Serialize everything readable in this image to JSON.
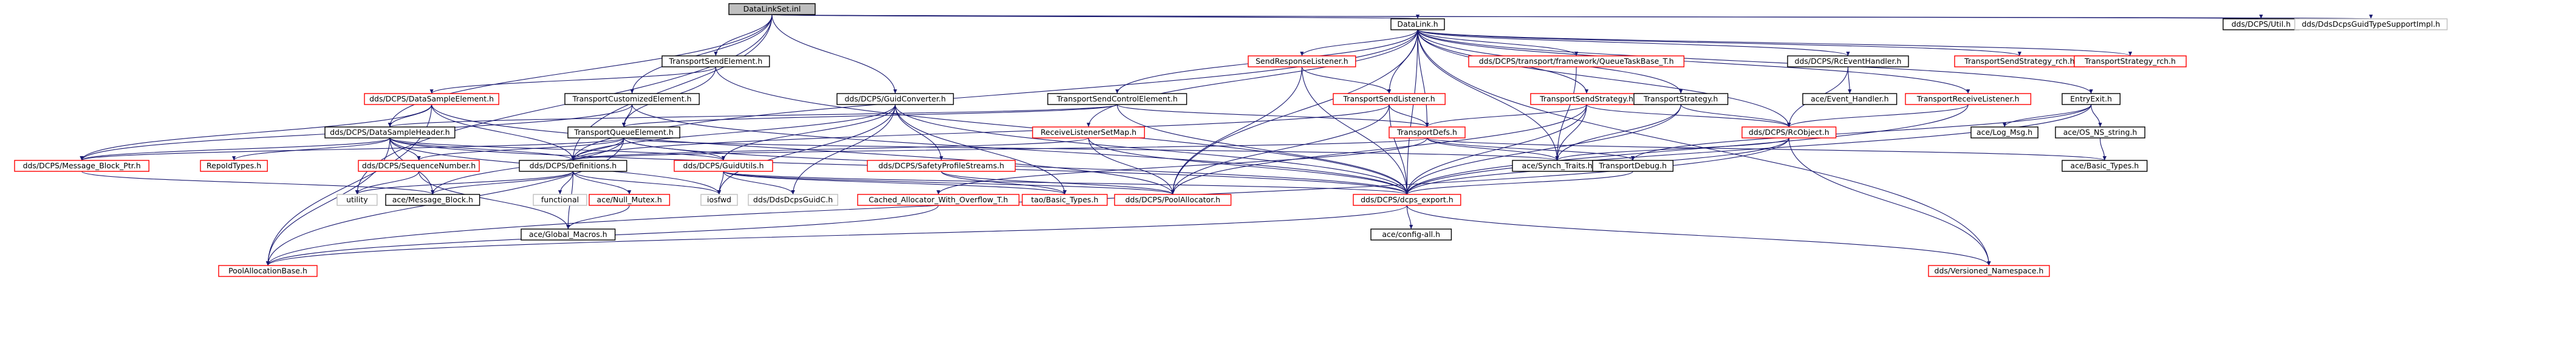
{
  "colors": {
    "red": "#ff0000",
    "black": "#000000",
    "gray": "#bfbfbf",
    "root_fill": "#bfbfbf",
    "edge": "#191970"
  },
  "nodes": {
    "root": {
      "label": "DataLinkSet.inl",
      "style": "root"
    },
    "datalink": {
      "label": "DataLink.h",
      "style": "black"
    },
    "utilh": {
      "label": "dds/DCPS/Util.h",
      "style": "black"
    },
    "guidtypesupport": {
      "label": "dds/DdsDcpsGuidTypeSupportImpl.h",
      "style": "gray"
    },
    "tse": {
      "label": "TransportSendElement.h",
      "style": "black"
    },
    "dse": {
      "label": "dds/DCPS/DataSampleElement.h",
      "style": "red"
    },
    "tce": {
      "label": "TransportCustomizedElement.h",
      "style": "black"
    },
    "dsh": {
      "label": "dds/DCPS/DataSampleHeader.h",
      "style": "black"
    },
    "tqe": {
      "label": "TransportQueueElement.h",
      "style": "black"
    },
    "mbptr": {
      "label": "dds/DCPS/Message_Block_Ptr.h",
      "style": "red"
    },
    "repoid": {
      "label": "RepoIdTypes.h",
      "style": "red"
    },
    "seqnum": {
      "label": "dds/DCPS/SequenceNumber.h",
      "style": "red"
    },
    "defs": {
      "label": "dds/DCPS/Definitions.h",
      "style": "black"
    },
    "utility": {
      "label": "utility",
      "style": "gray"
    },
    "msgblock": {
      "label": "ace/Message_Block.h",
      "style": "black"
    },
    "functional": {
      "label": "functional",
      "style": "gray"
    },
    "nullmutex": {
      "label": "ace/Null_Mutex.h",
      "style": "red"
    },
    "globalmacros": {
      "label": "ace/Global_Macros.h",
      "style": "black"
    },
    "poolalloc": {
      "label": "PoolAllocationBase.h",
      "style": "red"
    },
    "guidconv": {
      "label": "dds/DCPS/GuidConverter.h",
      "style": "black"
    },
    "guidutils": {
      "label": "dds/DCPS/GuidUtils.h",
      "style": "red"
    },
    "iosfwd": {
      "label": "iosfwd",
      "style": "gray"
    },
    "guidc": {
      "label": "dds/DdsDcpsGuidC.h",
      "style": "gray"
    },
    "safety": {
      "label": "dds/DCPS/SafetyProfileStreams.h",
      "style": "red"
    },
    "tao": {
      "label": "tao/Basic_Types.h",
      "style": "red"
    },
    "cached": {
      "label": "Cached_Allocator_With_Overflow_T.h",
      "style": "red"
    },
    "poolallocator": {
      "label": "dds/DCPS/PoolAllocator.h",
      "style": "red"
    },
    "rlsm": {
      "label": "ReceiveListenerSetMap.h",
      "style": "red"
    },
    "srl": {
      "label": "SendResponseListener.h",
      "style": "red"
    },
    "tsl": {
      "label": "TransportSendListener.h",
      "style": "red"
    },
    "tsce": {
      "label": "TransportSendControlElement.h",
      "style": "black"
    },
    "qtb": {
      "label": "dds/DCPS/transport/framework/QueueTaskBase_T.h",
      "style": "red"
    },
    "tss": {
      "label": "TransportSendStrategy.h",
      "style": "red"
    },
    "tdefs": {
      "label": "TransportDefs.h",
      "style": "red"
    },
    "rceh": {
      "label": "dds/DCPS/RcEventHandler.h",
      "style": "black"
    },
    "eventhandler": {
      "label": "ace/Event_Handler.h",
      "style": "black"
    },
    "tstrat": {
      "label": "TransportStrategy.h",
      "style": "black"
    },
    "rcobject": {
      "label": "dds/DCPS/RcObject.h",
      "style": "red"
    },
    "synch": {
      "label": "ace/Synch_Traits.h",
      "style": "black"
    },
    "tdebug": {
      "label": "TransportDebug.h",
      "style": "black"
    },
    "dcpsexport": {
      "label": "dds/DCPS/dcps_export.h",
      "style": "red"
    },
    "configall": {
      "label": "ace/config-all.h",
      "style": "black"
    },
    "versioned": {
      "label": "dds/Versioned_Namespace.h",
      "style": "red"
    },
    "tssrch": {
      "label": "TransportSendStrategy_rch.h",
      "style": "red"
    },
    "tsrch": {
      "label": "TransportStrategy_rch.h",
      "style": "red"
    },
    "trl": {
      "label": "TransportReceiveListener.h",
      "style": "red"
    },
    "entryexit": {
      "label": "EntryExit.h",
      "style": "black"
    },
    "logmsg": {
      "label": "ace/Log_Msg.h",
      "style": "black"
    },
    "osns": {
      "label": "ace/OS_NS_string.h",
      "style": "black"
    },
    "basictypes": {
      "label": "ace/Basic_Types.h",
      "style": "black"
    }
  }
}
